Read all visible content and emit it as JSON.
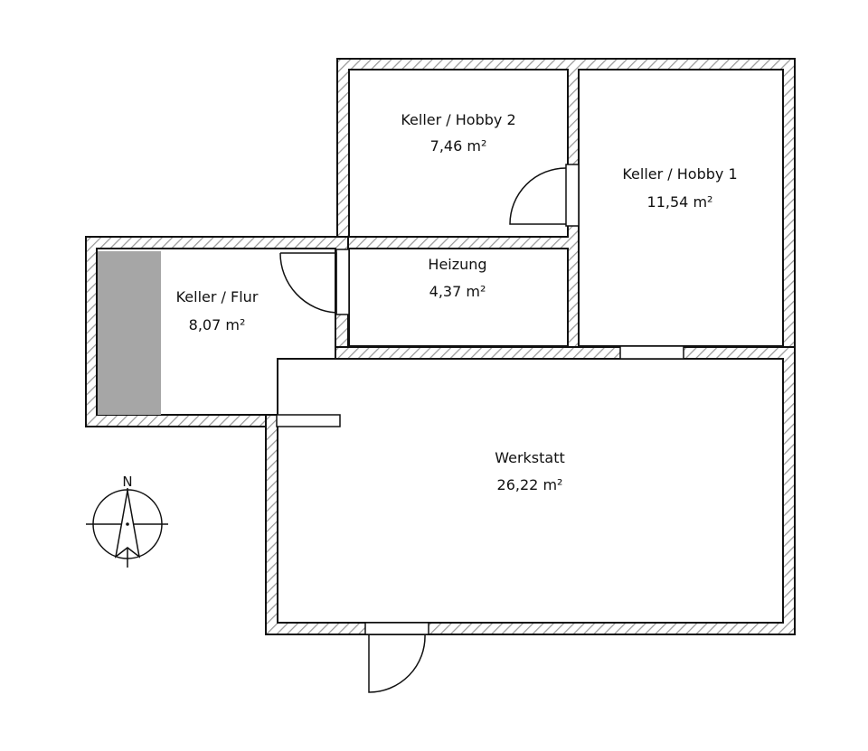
{
  "rooms": [
    {
      "id": "hobby2",
      "name": "Keller / Hobby 2",
      "area": "7,46 m²"
    },
    {
      "id": "hobby1",
      "name": "Keller / Hobby 1",
      "area": "11,54 m²"
    },
    {
      "id": "flur",
      "name": "Keller / Flur",
      "area": "8,07 m²"
    },
    {
      "id": "heizung",
      "name": "Heizung",
      "area": "4,37 m²"
    },
    {
      "id": "werkstatt",
      "name": "Werkstatt",
      "area": "26,22 m²"
    }
  ],
  "compass": {
    "label": "N"
  },
  "colors": {
    "wall_outline": "#111111",
    "stair_fill": "#a6a6a6",
    "hatch": "#999999",
    "background": "#ffffff"
  }
}
